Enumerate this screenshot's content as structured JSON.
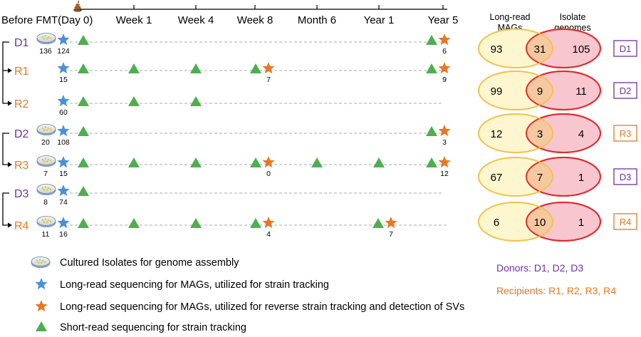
{
  "timeline": {
    "start_label": "Before FMT(Day 0)",
    "labels": [
      "Week 1",
      "Week 4",
      "Week 8",
      "Month 6",
      "Year 1",
      "Year 5"
    ]
  },
  "rows": [
    {
      "id": "D1",
      "role": "donor",
      "isolates": "136",
      "lr_count": "124",
      "tri": [
        0,
        6
      ],
      "stars": [
        {
          "col": 6,
          "label": "6"
        }
      ]
    },
    {
      "id": "R1",
      "role": "recipient",
      "isolates": "",
      "lr_count": "15",
      "tri": [
        0,
        1,
        2,
        3,
        6
      ],
      "stars": [
        {
          "col": 3,
          "label": "7"
        },
        {
          "col": 6,
          "label": "9"
        }
      ]
    },
    {
      "id": "R2",
      "role": "recipient",
      "isolates": "",
      "lr_count": "60",
      "tri": [
        0,
        1,
        2
      ],
      "stars": []
    },
    {
      "id": "D2",
      "role": "donor",
      "isolates": "20",
      "lr_count": "108",
      "tri": [
        0,
        6
      ],
      "stars": [
        {
          "col": 6,
          "label": "3"
        }
      ]
    },
    {
      "id": "R3",
      "role": "recipient",
      "isolates": "7",
      "lr_count": "15",
      "tri": [
        0,
        1,
        2,
        3,
        4,
        5,
        6
      ],
      "stars": [
        {
          "col": 3,
          "label": "0"
        },
        {
          "col": 6,
          "label": "12"
        }
      ]
    },
    {
      "id": "D3",
      "role": "donor",
      "isolates": "8",
      "lr_count": "74",
      "tri": [
        0
      ],
      "stars": []
    },
    {
      "id": "R4",
      "role": "recipient",
      "isolates": "11",
      "lr_count": "16",
      "tri": [
        0,
        1,
        2,
        3,
        5
      ],
      "stars": [
        {
          "col": 3,
          "label": "4"
        },
        {
          "col": 5,
          "label": "7"
        }
      ]
    }
  ],
  "venn": {
    "header_left": [
      "Long-read",
      "MAGs"
    ],
    "header_right": [
      "Isolate",
      "genomes"
    ],
    "items": [
      {
        "left": "93",
        "overlap": "31",
        "right": "105",
        "label": "D1",
        "role": "donor"
      },
      {
        "left": "99",
        "overlap": "9",
        "right": "11",
        "label": "D2",
        "role": "donor"
      },
      {
        "left": "12",
        "overlap": "3",
        "right": "4",
        "label": "R3",
        "role": "recipient"
      },
      {
        "left": "67",
        "overlap": "7",
        "right": "1",
        "label": "D3",
        "role": "donor"
      },
      {
        "left": "6",
        "overlap": "10",
        "right": "1",
        "label": "R4",
        "role": "recipient"
      }
    ]
  },
  "legend": [
    {
      "icon": "petri-dish-icon",
      "text": "Cultured Isolates for genome assembly"
    },
    {
      "icon": "blue-star-icon",
      "text": "Long-read sequencing for MAGs, utilized for strain tracking"
    },
    {
      "icon": "orange-star-icon",
      "text": "Long-read sequencing for MAGs, utilized for reverse strain tracking and detection of SVs"
    },
    {
      "icon": "green-triangle-icon",
      "text": "Short-read sequencing for strain tracking"
    }
  ],
  "groups": {
    "donors": "Donors: D1, D2, D3",
    "recipients": "Recipients: R1, R2, R3, R4"
  },
  "colors": {
    "donor": "#7030a0",
    "recipient": "#e87722",
    "blue_star": "#4a90d9",
    "orange_star": "#e87722",
    "triangle": "#4caf50",
    "mags_fill": "#fdf6cf",
    "mags_stroke": "#f2c24a",
    "iso_fill": "#f7c6cf",
    "iso_stroke": "#e02b2b",
    "overlap_fill": "#f6c8a0"
  }
}
